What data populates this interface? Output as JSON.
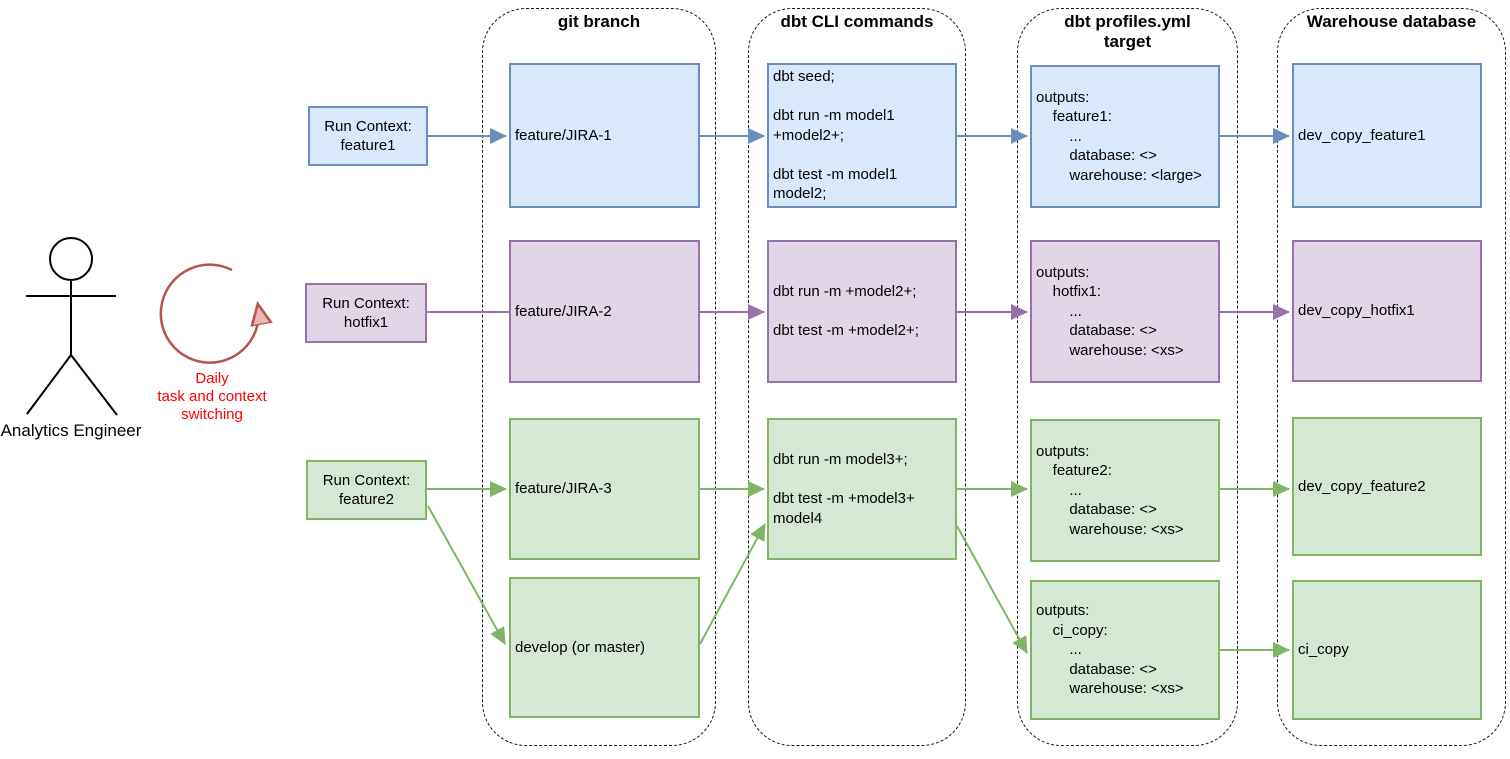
{
  "columns": [
    {
      "label": "git branch"
    },
    {
      "label": "dbt CLI commands"
    },
    {
      "label": "dbt profiles.yml\ntarget"
    },
    {
      "label": "Warehouse database"
    }
  ],
  "actor": {
    "label": "Analytics Engineer"
  },
  "cycle": {
    "label": "Daily\ntask and context\nswitching"
  },
  "run_contexts": [
    {
      "label": "Run Context:\nfeature1"
    },
    {
      "label": "Run Context:\nhotfix1"
    },
    {
      "label": "Run Context:\nfeature2"
    }
  ],
  "git_branches": [
    {
      "label": "feature/JIRA-1"
    },
    {
      "label": "feature/JIRA-2"
    },
    {
      "label": "feature/JIRA-3"
    },
    {
      "label": "develop (or master)"
    }
  ],
  "cli_commands": [
    {
      "text": "dbt seed;\n\ndbt run -m model1\n+model2+;\n\ndbt test -m model1\nmodel2;"
    },
    {
      "text": "dbt run -m +model2+;\n\ndbt test -m +model2+;"
    },
    {
      "text": "dbt run -m model3+;\n\ndbt test -m +model3+\nmodel4"
    }
  ],
  "profiles": [
    {
      "text": "outputs:\n    feature1:\n        ...\n        database: <>\n        warehouse: <large>"
    },
    {
      "text": "outputs:\n    hotfix1:\n        ...\n        database: <>\n        warehouse: <xs>"
    },
    {
      "text": "outputs:\n    feature2:\n        ...\n        database: <>\n        warehouse: <xs>"
    },
    {
      "text": "outputs:\n    ci_copy:\n        ...\n        database: <>\n        warehouse: <xs>"
    }
  ],
  "warehouses": [
    {
      "label": "dev_copy_feature1"
    },
    {
      "label": "dev_copy_hotfix1"
    },
    {
      "label": "dev_copy_feature2"
    },
    {
      "label": "ci_copy"
    }
  ],
  "colors": {
    "blue_fill": "#dae8fc",
    "blue_stroke": "#6c8ebf",
    "purple_fill": "#e1d5e7",
    "purple_stroke": "#9673a6",
    "green_fill": "#d5e8d4",
    "green_stroke": "#82b366",
    "cycle_arrow": "#b85450",
    "cycle_text": "#ff0000",
    "figure_stroke": "#000000"
  }
}
